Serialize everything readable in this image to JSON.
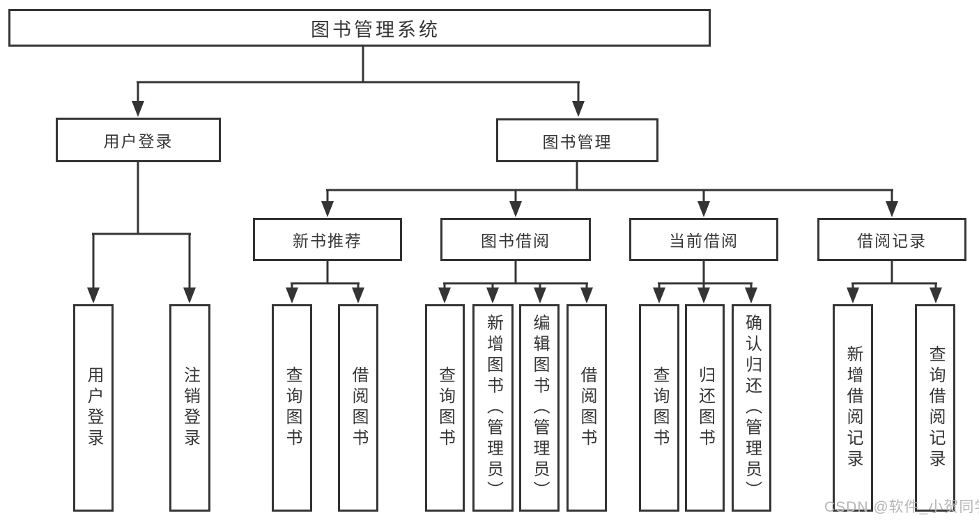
{
  "diagram": {
    "title": "图书管理系统",
    "type": "hierarchy-tree",
    "colors": {
      "line": "#343434",
      "box_background": "#ffffff",
      "text": "#363636",
      "watermark": "#b5b5b5"
    },
    "nodes": {
      "root": {
        "label": "图书管理系统"
      },
      "user_login": {
        "label": "用户登录"
      },
      "book_mgmt": {
        "label": "图书管理"
      },
      "new_book_rec": {
        "label": "新书推荐"
      },
      "book_borrow": {
        "label": "图书借阅"
      },
      "current_borrow": {
        "label": "当前借阅"
      },
      "borrow_record": {
        "label": "借阅记录"
      },
      "leaf_user_login": {
        "label": "用户登录"
      },
      "leaf_logout": {
        "label": "注销登录"
      },
      "leaf_nbr_query": {
        "label": "查询图书"
      },
      "leaf_nbr_borrow": {
        "label": "借阅图书"
      },
      "leaf_bb_query": {
        "label": "查询图书"
      },
      "leaf_bb_add": {
        "label": "新增图书（管理员）"
      },
      "leaf_bb_edit": {
        "label": "编辑图书（管理员）"
      },
      "leaf_bb_borrow": {
        "label": "借阅图书"
      },
      "leaf_cb_query": {
        "label": "查询图书"
      },
      "leaf_cb_return": {
        "label": "归还图书"
      },
      "leaf_cb_confirm": {
        "label": "确认归还（管理员）"
      },
      "leaf_br_add": {
        "label": "新增借阅记录"
      },
      "leaf_br_query": {
        "label": "查询借阅记录"
      }
    },
    "edges": [
      {
        "from": "root",
        "to": "user_login"
      },
      {
        "from": "root",
        "to": "book_mgmt"
      },
      {
        "from": "user_login",
        "to": "leaf_user_login"
      },
      {
        "from": "user_login",
        "to": "leaf_logout"
      },
      {
        "from": "book_mgmt",
        "to": "new_book_rec"
      },
      {
        "from": "book_mgmt",
        "to": "book_borrow"
      },
      {
        "from": "book_mgmt",
        "to": "current_borrow"
      },
      {
        "from": "book_mgmt",
        "to": "borrow_record"
      },
      {
        "from": "new_book_rec",
        "to": "leaf_nbr_query"
      },
      {
        "from": "new_book_rec",
        "to": "leaf_nbr_borrow"
      },
      {
        "from": "book_borrow",
        "to": "leaf_bb_query"
      },
      {
        "from": "book_borrow",
        "to": "leaf_bb_add"
      },
      {
        "from": "book_borrow",
        "to": "leaf_bb_edit"
      },
      {
        "from": "book_borrow",
        "to": "leaf_bb_borrow"
      },
      {
        "from": "current_borrow",
        "to": "leaf_cb_query"
      },
      {
        "from": "current_borrow",
        "to": "leaf_cb_return"
      },
      {
        "from": "current_borrow",
        "to": "leaf_cb_confirm"
      },
      {
        "from": "borrow_record",
        "to": "leaf_br_add"
      },
      {
        "from": "borrow_record",
        "to": "leaf_br_query"
      }
    ],
    "watermark": "CSDN @软件_小贺同学"
  }
}
